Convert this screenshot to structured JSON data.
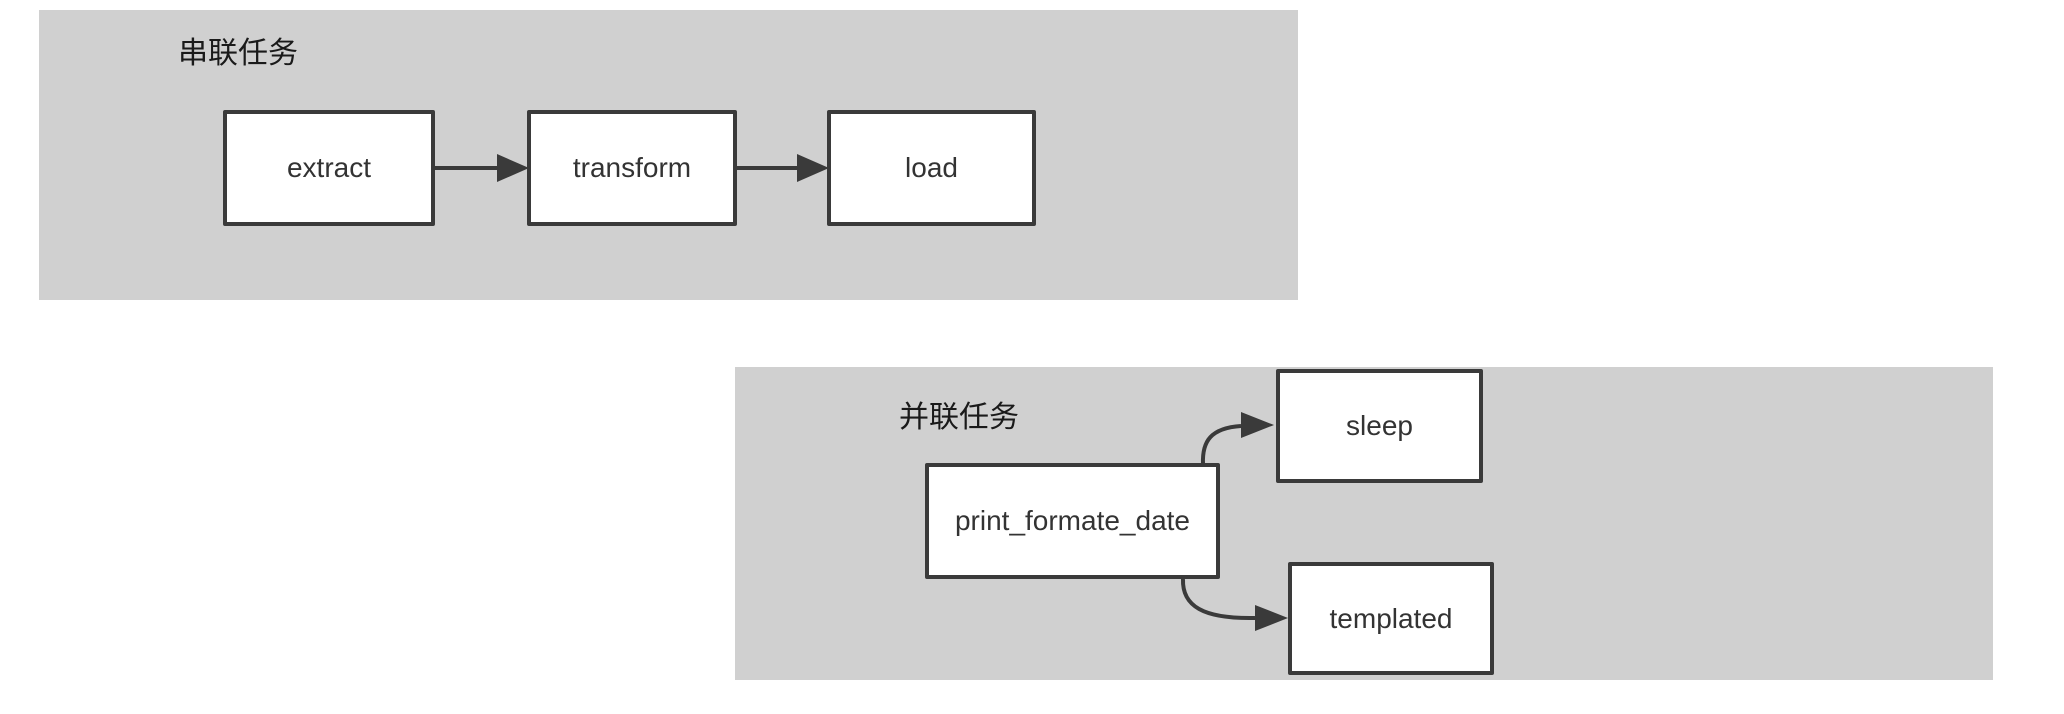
{
  "colors": {
    "background": "#ffffff",
    "panel": "#d0d0d0",
    "node_fill": "#ffffff",
    "node_border": "#3a3a3a",
    "node_text": "#333333",
    "panel_title_text": "#1a1a1a",
    "arrow": "#3a3a3a"
  },
  "panels": {
    "serial": {
      "title": "串联任务",
      "nodes": [
        {
          "id": "extract",
          "label": "extract"
        },
        {
          "id": "transform",
          "label": "transform"
        },
        {
          "id": "load",
          "label": "load"
        }
      ],
      "edges": [
        {
          "from": "extract",
          "to": "transform"
        },
        {
          "from": "transform",
          "to": "load"
        }
      ]
    },
    "parallel": {
      "title": "并联任务",
      "nodes": [
        {
          "id": "print_formate_date",
          "label": "print_formate_date"
        },
        {
          "id": "sleep",
          "label": "sleep"
        },
        {
          "id": "templated",
          "label": "templated"
        }
      ],
      "edges": [
        {
          "from": "print_formate_date",
          "to": "sleep"
        },
        {
          "from": "print_formate_date",
          "to": "templated"
        }
      ]
    }
  }
}
